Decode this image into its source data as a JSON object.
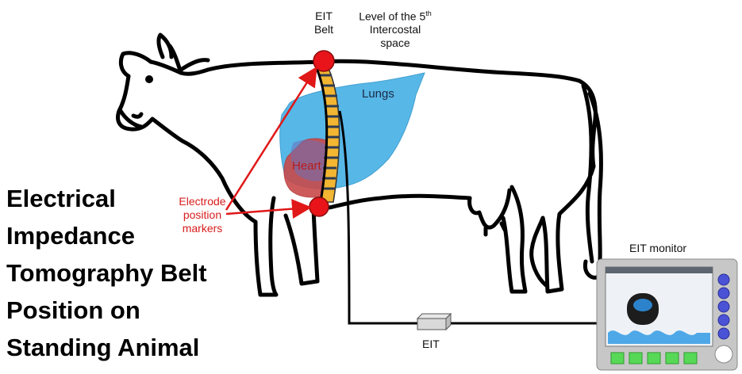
{
  "labels": {
    "eit_belt": [
      "EIT",
      "Belt"
    ],
    "level": [
      "Level of the 5",
      "th",
      "Intercostal",
      "space"
    ],
    "lungs": "Lungs",
    "heart": "Heart",
    "electrode_markers": [
      "Electrode",
      "position",
      "markers"
    ],
    "eit_box": "EIT",
    "eit_monitor": "EIT monitor"
  },
  "title_lines": [
    "Electrical",
    "Impedance",
    "Tomography Belt",
    "Position on",
    "Standing Animal"
  ],
  "colors": {
    "outline": "#000000",
    "lungs": "#4fb4e6",
    "heart": "#d44b4b",
    "marker": "#e8141a",
    "arrow": "#e01818",
    "belt_fill": "#f2b632",
    "belt_stripes": "#2d3b52",
    "monitor_frame": "#c7c7c7",
    "monitor_buttons_blue": "#4a52d6",
    "monitor_buttons_green": "#57d957"
  }
}
